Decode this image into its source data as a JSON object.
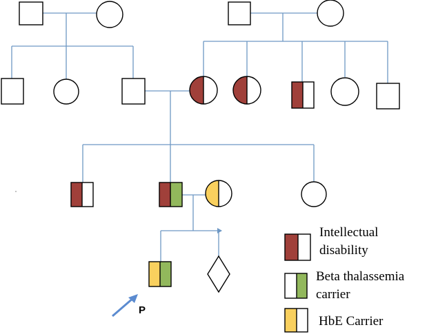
{
  "colors": {
    "intellectual_disability": "#a0403a",
    "beta_thalassemia_carrier": "#92b85c",
    "hbe_carrier": "#f9d05e",
    "unaffected": "#ffffff",
    "line": "#6d97c4",
    "arrow": "#5b8bd0",
    "stroke": "#000000"
  },
  "legend": {
    "intellectual_disability": "Intellectual disability",
    "beta_thalassemia_carrier": "Beta thalassemia carrier",
    "hbe_carrier": "HbE Carrier"
  },
  "proband_label": "P",
  "individuals": [
    {
      "id": "I-1",
      "sex": "male",
      "traits": []
    },
    {
      "id": "I-2",
      "sex": "female",
      "traits": []
    },
    {
      "id": "I-3",
      "sex": "male",
      "traits": []
    },
    {
      "id": "I-4",
      "sex": "female",
      "traits": []
    },
    {
      "id": "II-1",
      "sex": "male",
      "traits": []
    },
    {
      "id": "II-2",
      "sex": "female",
      "traits": []
    },
    {
      "id": "II-3",
      "sex": "male",
      "traits": []
    },
    {
      "id": "II-4",
      "sex": "female",
      "traits": [
        "intellectual_disability"
      ]
    },
    {
      "id": "II-5",
      "sex": "female",
      "traits": [
        "intellectual_disability"
      ]
    },
    {
      "id": "II-6",
      "sex": "male",
      "traits": [
        "intellectual_disability"
      ]
    },
    {
      "id": "II-7",
      "sex": "female",
      "traits": []
    },
    {
      "id": "II-8",
      "sex": "male",
      "traits": []
    },
    {
      "id": "III-1",
      "sex": "male",
      "traits": [
        "intellectual_disability"
      ]
    },
    {
      "id": "III-2",
      "sex": "male",
      "traits": [
        "intellectual_disability",
        "beta_thalassemia_carrier"
      ]
    },
    {
      "id": "III-3",
      "sex": "female",
      "traits": [
        "hbe_carrier"
      ]
    },
    {
      "id": "III-4",
      "sex": "female",
      "traits": []
    },
    {
      "id": "IV-1",
      "sex": "male",
      "traits": [
        "hbe_carrier",
        "beta_thalassemia_carrier"
      ],
      "proband": true
    },
    {
      "id": "IV-2",
      "sex": "unknown",
      "traits": []
    }
  ]
}
